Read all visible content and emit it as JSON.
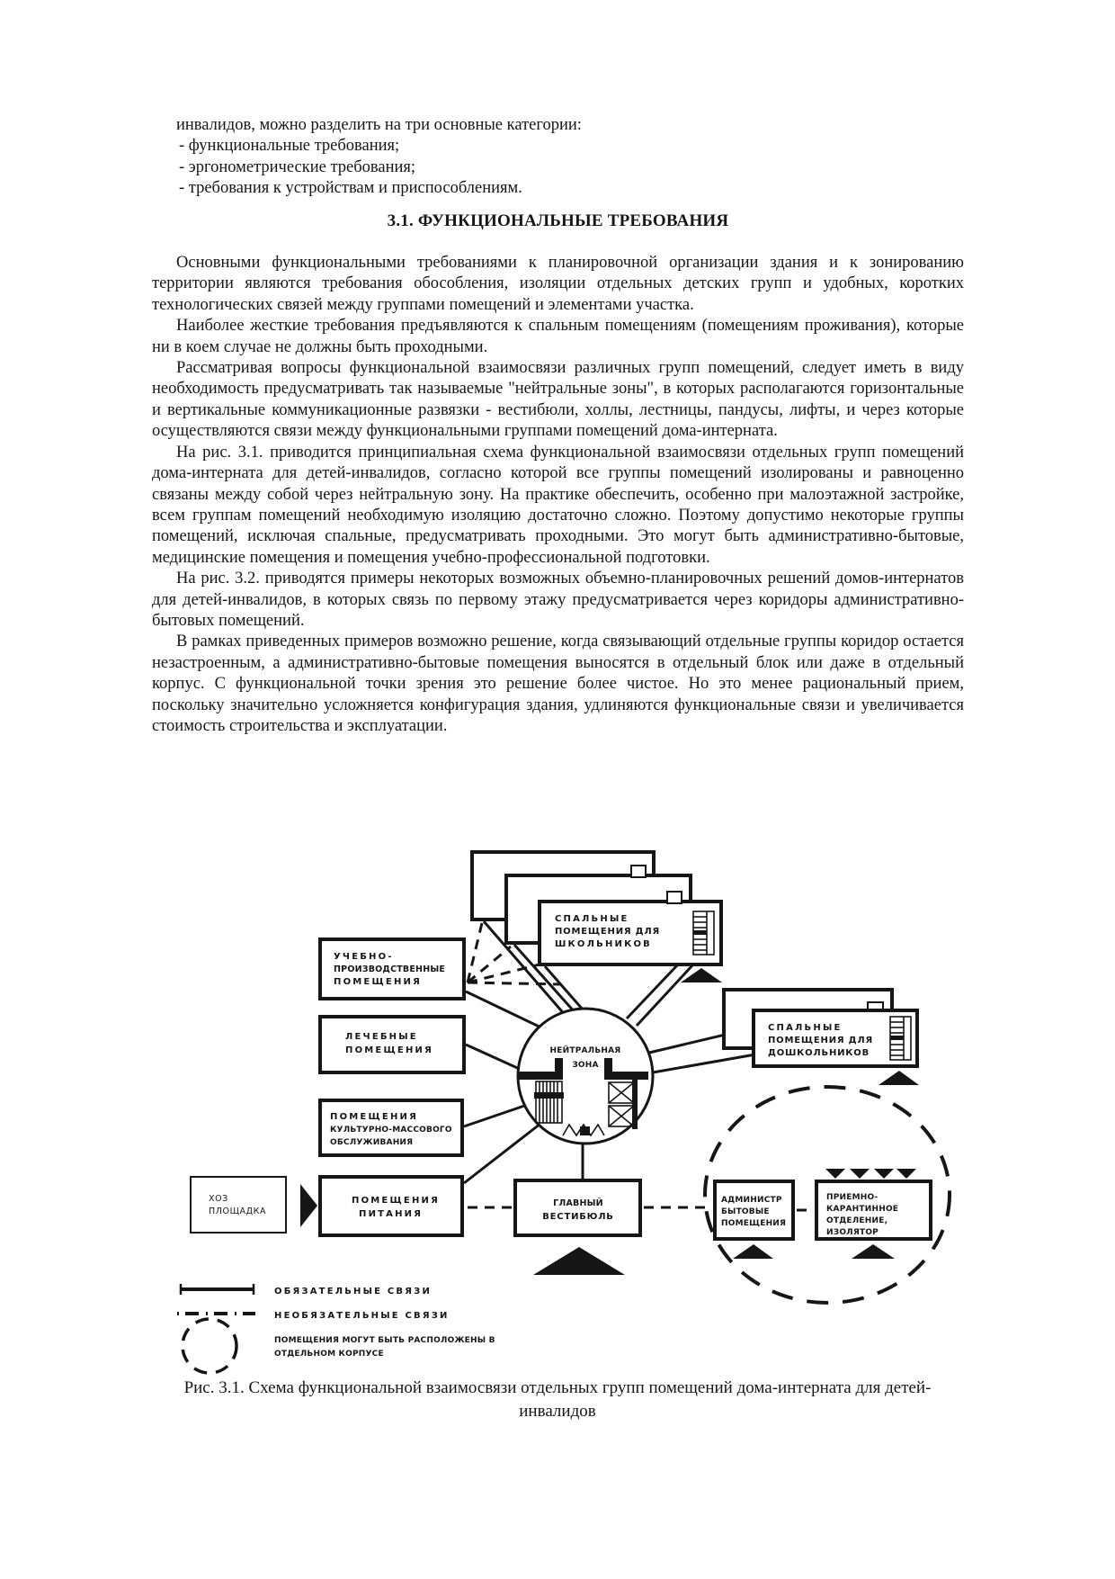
{
  "intro": {
    "lead": "инвалидов, можно разделить на три основные категории:",
    "items": [
      "- функциональные требования;",
      "- эргонометрические требования;",
      "- требования к устройствам и приспособлениям."
    ]
  },
  "section": {
    "heading": "3.1. ФУНКЦИОНАЛЬНЫЕ ТРЕБОВАНИЯ"
  },
  "paragraphs": [
    "Основными функциональными требованиями к планировочной организации здания и к зонированию территории являются требования обособления, изоляции отдельных детских групп и удобных, коротких технологических связей между группами помещений и элементами участка.",
    "Наиболее жесткие требования предъявляются к спальным помещениям (помещениям проживания), которые ни в коем случае не должны быть проходными.",
    "Рассматривая вопросы функциональной взаимосвязи различных групп помещений, следует иметь в виду необходимость предусматривать так называемые \"нейтральные зоны\", в которых располагаются горизонтальные и вертикальные коммуникационные развязки - вестибюли, холлы, лестницы, пандусы, лифты, и через которые осуществляются связи между функциональными группами помещений дома-интерната.",
    "На рис. 3.1. приводится принципиальная схема функциональной взаимосвязи отдельных групп помещений дома-интерната для детей-инвалидов, согласно которой все группы помещений изолированы и равноценно связаны между собой через нейтральную зону. На практике обеспечить, особенно при малоэтажной застройке, всем группам помещений необходимую изоляцию достаточно сложно. Поэтому допустимо некоторые группы помещений, исключая спальные, предусматривать проходными. Это могут быть административно-бытовые, медицинские помещения и помещения учебно-профессиональной подготовки.",
    "На рис. 3.2. приводятся примеры некоторых возможных объемно-планировочных решений домов-интернатов для детей-инвалидов, в которых связь по первому этажу предусматривается через коридоры административно-бытовых помещений.",
    "В рамках приведенных примеров возможно решение, когда связывающий отдельные группы коридор остается незастроенным, а административно-бытовые помещения выносятся в отдельный блок или даже в отдельный корпус. С функциональной точки зрения это решение более чистое. Но это менее рациональный прием, поскольку значительно усложняется конфигурация здания, удлиняются функциональные связи и увеличивается стоимость строительства и эксплуатации."
  ],
  "figure": {
    "caption": "Рис. 3.1. Схема функциональной взаимосвязи отдельных групп помещений дома-интерната для детей-инвалидов",
    "nodes": {
      "uchebno": {
        "lines": [
          "УЧЕБНО-",
          "ПРОИЗВОДСТВЕННЫЕ",
          "ПОМЕЩЕНИЯ"
        ]
      },
      "lechebnye": {
        "lines": [
          "ЛЕЧЕБНЫЕ",
          "ПОМЕЩЕНИЯ"
        ]
      },
      "kultura": {
        "lines": [
          "ПОМЕЩЕНИЯ",
          "КУЛЬТУРНО-МАССОВОГО",
          "ОБСЛУЖИВАНИЯ"
        ]
      },
      "hoz": {
        "lines": [
          "ХОЗ",
          "ПЛОЩАДКА"
        ]
      },
      "pitanie": {
        "lines": [
          "ПОМЕЩЕНИЯ",
          "ПИТАНИЯ"
        ]
      },
      "school": {
        "lines": [
          "СПАЛЬНЫЕ",
          "ПОМЕЩЕНИЯ ДЛЯ",
          "ШКОЛЬНИКОВ"
        ]
      },
      "doshkol": {
        "lines": [
          "СПАЛЬНЫЕ",
          "ПОМЕЩЕНИЯ ДЛЯ",
          "ДОШКОЛЬНИКОВ"
        ]
      },
      "neutral": {
        "lines": [
          "НЕЙТРАЛЬНАЯ",
          "ЗОНА"
        ]
      },
      "vestibul": {
        "lines": [
          "ГЛАВНЫЙ",
          "ВЕСТИБЮЛЬ"
        ]
      },
      "admin": {
        "lines": [
          "АДМИНИСТР",
          "БЫТОВЫЕ",
          "ПОМЕЩЕНИЯ"
        ]
      },
      "priemno": {
        "lines": [
          "ПРИЕМНО-",
          "КАРАНТИННОЕ",
          "ОТДЕЛЕНИЕ,",
          "ИЗОЛЯТОР"
        ]
      }
    },
    "legend": [
      {
        "symbol": "solid-line",
        "label": "ОБЯЗАТЕЛЬНЫЕ  СВЯЗИ"
      },
      {
        "symbol": "dashed-line",
        "label": "НЕОБЯЗАТЕЛЬНЫЕ  СВЯЗИ"
      },
      {
        "symbol": "dashed-circle",
        "label": "ПОМЕЩЕНИЯ МОГУТ БЫТЬ РАСПОЛОЖЕНЫ В",
        "label2": "ОТДЕЛЬНОМ КОРПУСЕ"
      }
    ]
  },
  "colors": {
    "ink": "#161616",
    "paper": "#ffffff"
  }
}
